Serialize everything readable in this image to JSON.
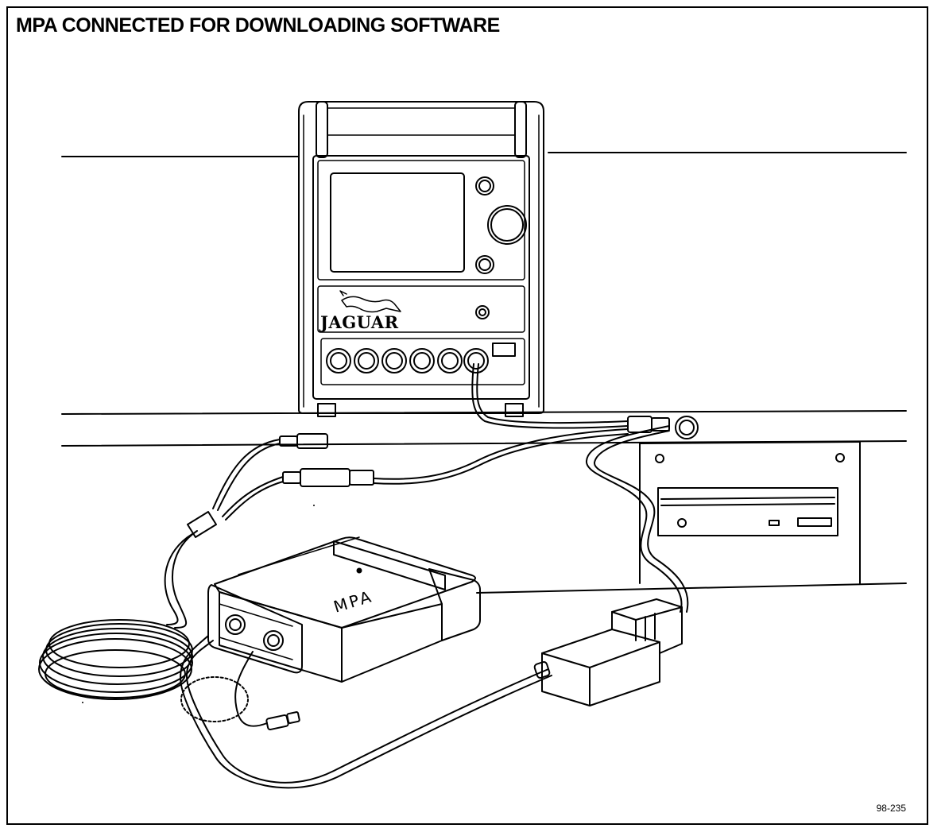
{
  "title": "MPA CONNECTED FOR DOWNLOADING SOFTWARE",
  "figure_number": "98-235",
  "labels": {
    "brand": "JAGUAR",
    "module": "MPA"
  },
  "icons": [
    "jaguar-leaper-logo-icon"
  ],
  "colors": {
    "line": "#000000",
    "background": "#ffffff"
  }
}
